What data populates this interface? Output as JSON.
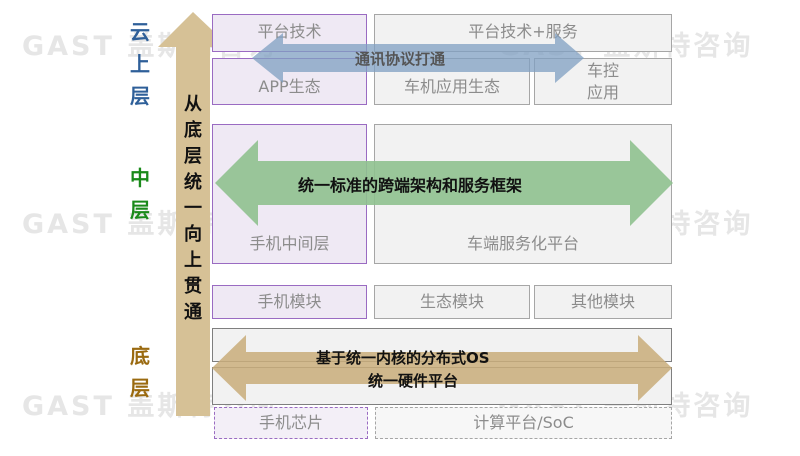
{
  "watermark": "GAST 盖斯特咨询",
  "layers": {
    "cloud": {
      "label": "云上层",
      "color": "#2e5f99"
    },
    "middle": {
      "label": "中层",
      "color": "#1a8a1a"
    },
    "bottom": {
      "label": "底层",
      "color": "#9a6a10"
    }
  },
  "vertical_arrow": {
    "label": "从底层统一向上贯通"
  },
  "boxes": {
    "platform_tech": "平台技术",
    "platform_tech_service": "平台技术+服务",
    "app_ecosystem": "APP生态",
    "vehicle_app_ecosystem": "车机应用生态",
    "vehicle_control_app": "车控应用",
    "phone_middleware": "手机中间层",
    "vehicle_service_platform": "车端服务化平台",
    "phone_module": "手机模块",
    "eco_module": "生态模块",
    "other_module": "其他模块",
    "phone_chip": "手机芯片",
    "compute_platform": "计算平台/SoC"
  },
  "arrows": {
    "comm": "通讯协议打通",
    "framework": "统一标准的跨端架构和服务框架",
    "os": "基于统一内核的分布式OS",
    "hardware": "统一硬件平台"
  }
}
